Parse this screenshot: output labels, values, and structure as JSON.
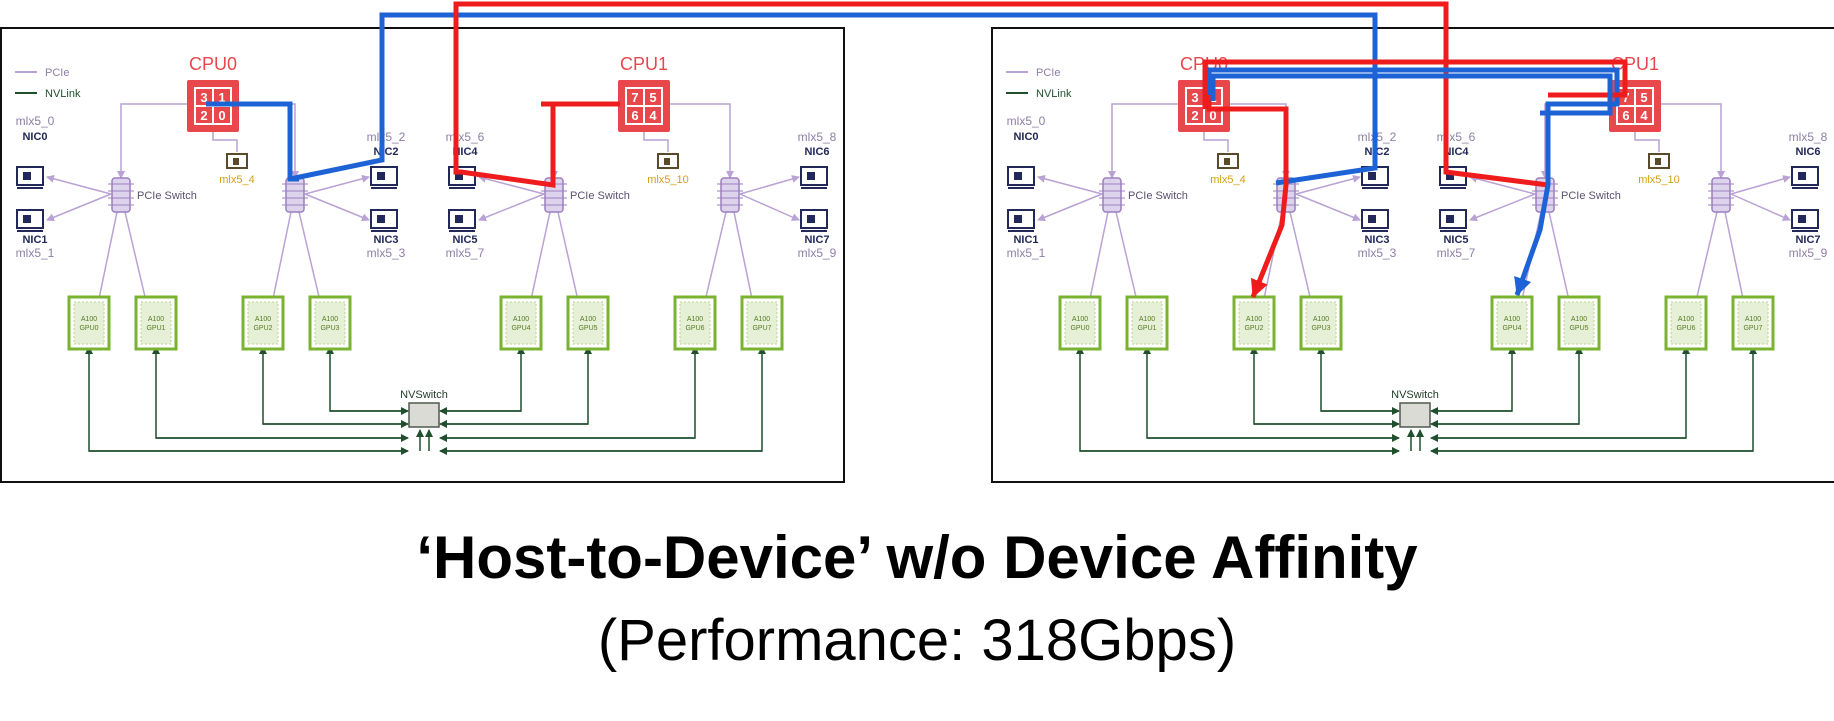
{
  "title": "‘Host-to-Device’ w/o Device Affinity",
  "subtitle": "(Performance: 318Gbps)",
  "legend": {
    "pcie": "PCIe",
    "nvlink": "NVLink"
  },
  "cpus": [
    {
      "name": "CPU0",
      "cores": [
        "3",
        "1",
        "2",
        "0"
      ]
    },
    {
      "name": "CPU1",
      "cores": [
        "7",
        "5",
        "6",
        "4"
      ]
    }
  ],
  "nics": [
    {
      "label": "NIC0",
      "dev": "mlx5_0"
    },
    {
      "label": "NIC1",
      "dev": "mlx5_1"
    },
    {
      "label": "NIC2",
      "dev": "mlx5_2"
    },
    {
      "label": "NIC3",
      "dev": "mlx5_3"
    },
    {
      "label": "NIC4",
      "dev": "mlx5_6"
    },
    {
      "label": "NIC5",
      "dev": "mlx5_7"
    },
    {
      "label": "NIC6",
      "dev": "mlx5_8"
    },
    {
      "label": "NIC7",
      "dev": "mlx5_9"
    }
  ],
  "storage": [
    "mlx5_4",
    "mlx5_10"
  ],
  "switch_label": "PCIe Switch",
  "nvswitch_label": "NVSwitch",
  "gpus": [
    {
      "model": "A100",
      "name": "GPU0"
    },
    {
      "model": "A100",
      "name": "GPU1"
    },
    {
      "model": "A100",
      "name": "GPU2"
    },
    {
      "model": "A100",
      "name": "GPU3"
    },
    {
      "model": "A100",
      "name": "GPU4"
    },
    {
      "model": "A100",
      "name": "GPU5"
    },
    {
      "model": "A100",
      "name": "GPU6"
    },
    {
      "model": "A100",
      "name": "GPU7"
    }
  ],
  "colors": {
    "pcie": "#b9a2d4",
    "nvlink": "#1f4f2c",
    "cpu": "#e8474c",
    "gpu": "#7ab332",
    "storage": "#d4a017",
    "path_red": "#ee1c1c",
    "path_blue": "#1e63d6"
  }
}
